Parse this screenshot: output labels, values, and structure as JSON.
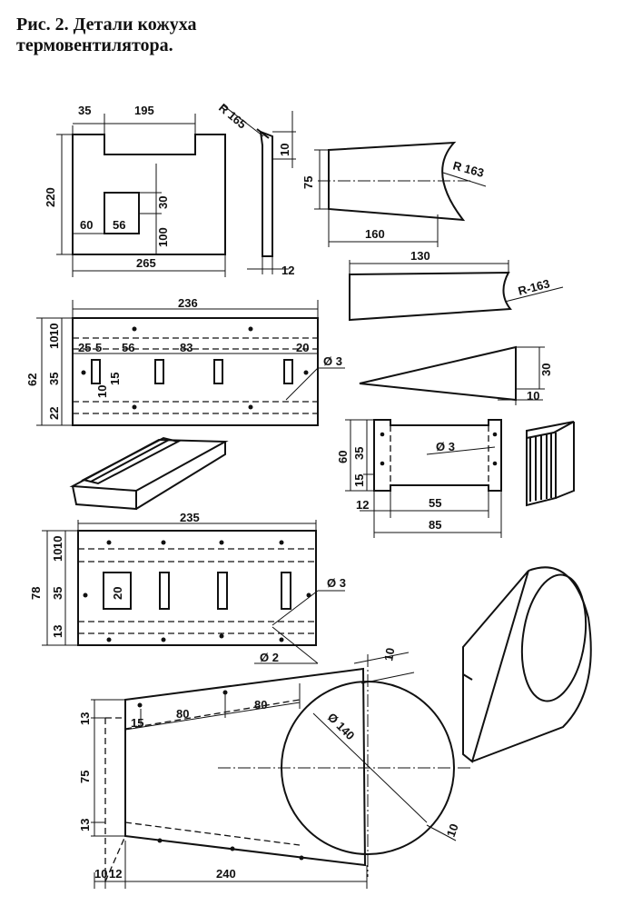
{
  "caption": {
    "line1": "Рис. 2. Детали кожуха",
    "line2": "термовентилятора."
  },
  "part1": {
    "d35": "35",
    "d195": "195",
    "d220": "220",
    "d60": "60",
    "d56": "56",
    "d30": "30",
    "d100": "100",
    "d265": "265"
  },
  "part2": {
    "r165": "R 165",
    "d10": "10",
    "d12": "12"
  },
  "part3": {
    "d75": "75",
    "r163": "R 163",
    "d160": "160"
  },
  "part4": {
    "d130": "130",
    "r163": "R-163"
  },
  "part5": {
    "d236": "236",
    "d62": "62",
    "d10a": "10",
    "d10b": "10",
    "d35": "35",
    "d22": "22",
    "d25": "25",
    "d5": "5",
    "d56": "56",
    "d83": "83",
    "d20": "20",
    "d10c": "10",
    "d15": "15",
    "dia3": "Ø 3"
  },
  "part6": {
    "d30": "30",
    "d10": "10"
  },
  "part7": {
    "d60": "60",
    "d35": "35",
    "d15": "15",
    "dia3": "Ø 3",
    "d12": "12",
    "d55": "55",
    "d85": "85"
  },
  "part8": {
    "d235": "235",
    "d78": "78",
    "d10a": "10",
    "d10b": "10",
    "d35": "35",
    "d13": "13",
    "d20": "20",
    "dia3": "Ø 3",
    "dia2": "Ø 2"
  },
  "part9": {
    "d10top": "10",
    "d13a": "13",
    "d15": "15",
    "d80a": "80",
    "d80b": "80",
    "dia140": "Ø 140",
    "d75": "75",
    "d13b": "13",
    "d10side": "10",
    "d10": "10",
    "d12": "12",
    "d240": "240"
  }
}
